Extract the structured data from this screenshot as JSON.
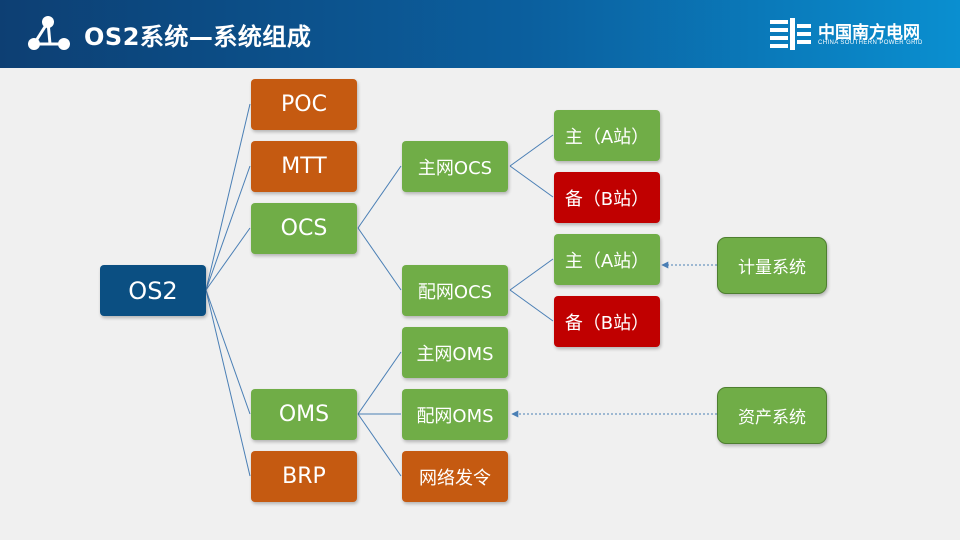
{
  "header": {
    "title": "OS2系统—系统组成",
    "brand_cn": "中国南方电网",
    "brand_en": "CHINA SOUTHERN POWER GRID",
    "background_colors": [
      "#0d3f73",
      "#0a8fd0"
    ]
  },
  "icons": {
    "logo": "connected-nodes-icon",
    "brand": "power-grid-logo"
  },
  "colors": {
    "root": "#0b4f82",
    "level1": "#c55a11",
    "level2": "#70ad47",
    "station_main": "#70ad47",
    "station_backup": "#c00000",
    "connector": "#4a7fb5"
  },
  "diagram": {
    "root": "OS2",
    "level1": [
      "POC",
      "MTT",
      "OCS",
      "OMS",
      "BRP"
    ],
    "ocs_children": [
      "主网OCS",
      "配网OCS"
    ],
    "oms_children": [
      "主网OMS",
      "配网OMS",
      "网络发令"
    ],
    "main_ocs_children": [
      "主（A站）",
      "备（B站）"
    ],
    "dist_ocs_children": [
      "主（A站）",
      "备（B站）"
    ],
    "external": [
      "计量系统",
      "资产系统"
    ]
  }
}
